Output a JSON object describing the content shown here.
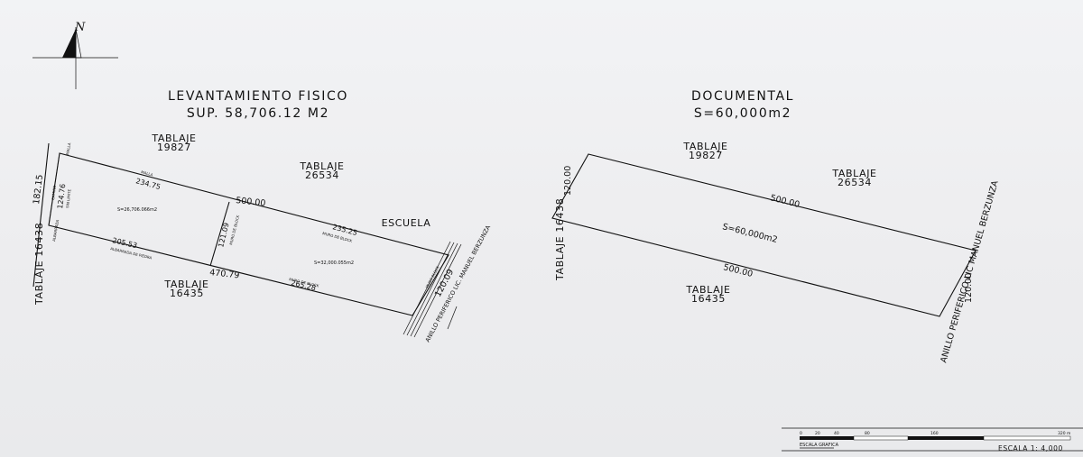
{
  "north": {
    "letter": "N"
  },
  "physical": {
    "title": "LEVANTAMIENTO FISICO",
    "area": "SUP. 58,706.12 M2",
    "tablaje_north_name": "TABLAJE",
    "tablaje_north_num": "19827",
    "tablaje_ne_name": "TABLAJE",
    "tablaje_ne_num": "26534",
    "tablaje_south_name": "TABLAJE",
    "tablaje_south_num": "16435",
    "tablaje_west": "TABLAJE 16438",
    "escuela": "ESCUELA",
    "dim_500": "500.00",
    "dim_470": "470.79",
    "dim_182": "182.15",
    "dim_124": "124.76",
    "dim_120": "120.09",
    "dim_234": "234.75",
    "dim_205": "205.53",
    "dim_235": "235.25",
    "dim_265": "265.28",
    "dim_121": "121.09",
    "malla_top": "MALLA",
    "malla_corner": "MALLA",
    "camino": "CAMINO",
    "sin_limite": "SIN LIMITE",
    "albarrada": "ALBARRADA",
    "albarrada_piedra": "ALBARRADA DE PIEDRA",
    "muro_block_mid": "MURO DE BLOCK",
    "muro_block_ne": "MURO DE BLOCK",
    "muro_block_se": "MURO DE BLOCK",
    "muro_block_east": "MURO BLOCK",
    "area_left": "S=26,706.066m2",
    "area_right": "S=32,000.055m2",
    "road": "ANILLO PERIFERICO LIC. MANUEL BERZUNZA"
  },
  "documental": {
    "title": "DOCUMENTAL",
    "area": "S=60,000m2",
    "tablaje_north_name": "TABLAJE",
    "tablaje_north_num": "19827",
    "tablaje_ne_name": "TABLAJE",
    "tablaje_ne_num": "26534",
    "tablaje_south_name": "TABLAJE",
    "tablaje_south_num": "16435",
    "tablaje_west": "TABLAJE 16438",
    "dim_top": "500.00",
    "dim_bottom": "500.00",
    "dim_left": "120.00",
    "dim_right": "120.00",
    "road": "ANILLO PERIFERICO LIC MANUEL BERZUNZA"
  },
  "scale_bar": {
    "ticks": [
      "0",
      "20",
      "40",
      "80",
      "160",
      "320 m"
    ],
    "caption": "ESCALA GRAFICA",
    "scale_text": "ESCALA 1: 4,000"
  }
}
